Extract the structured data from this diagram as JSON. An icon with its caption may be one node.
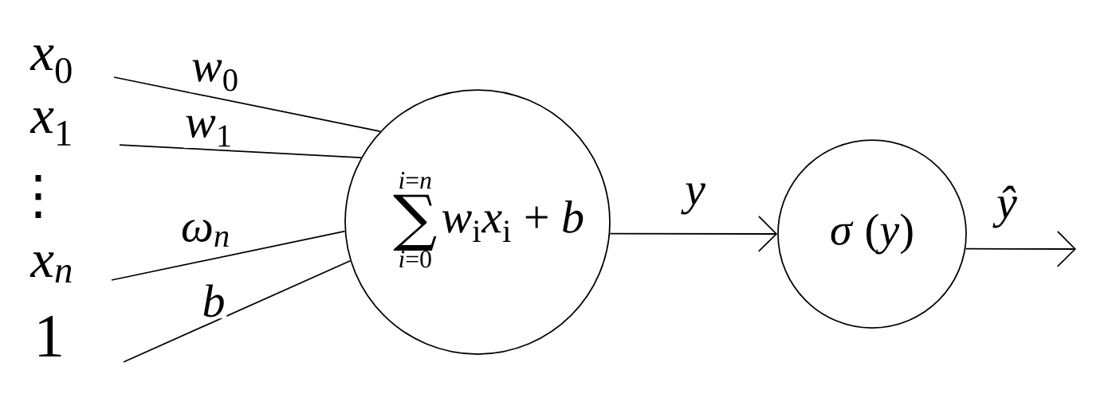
{
  "diagram": {
    "nodes": [
      {
        "text": [
          "*x*$_{0}$"
        ]
      },
      {
        "text": [
          "*x*$_{1}$"
        ]
      },
      {
        "text": [
          "x$_{n}$"
        ]
      },
      {
        "text": [
          "1"
        ]
      },
      {
        "text": [
          "*i*=*n*",
          "∑",
          "*i*=0",
          "*w*$_{i}$*x*$_{i}$ + *b*"
        ]
      },
      {
        "text": [
          "*σ* (*y*)"
        ]
      }
    ],
    "edges": [
      {
        "from": 0,
        "to": 4,
        "arrow": "none",
        "label": "*w*$_{0}$"
      },
      {
        "from": 1,
        "to": 4,
        "arrow": "none",
        "label": "*w*$_{1}$"
      },
      {
        "from": 2,
        "to": 4,
        "arrow": "none",
        "label": "ω$_{n}$"
      },
      {
        "from": 3,
        "to": 4,
        "arrow": "none",
        "label": "b"
      },
      {
        "from": 4,
        "to": 5,
        "arrow": "to",
        "label": "y"
      },
      {
        "from": 5,
        "to": null,
        "arrow": "to",
        "label": "ŷ"
      }
    ],
    "labels": [
      "⋮"
    ]
  }
}
